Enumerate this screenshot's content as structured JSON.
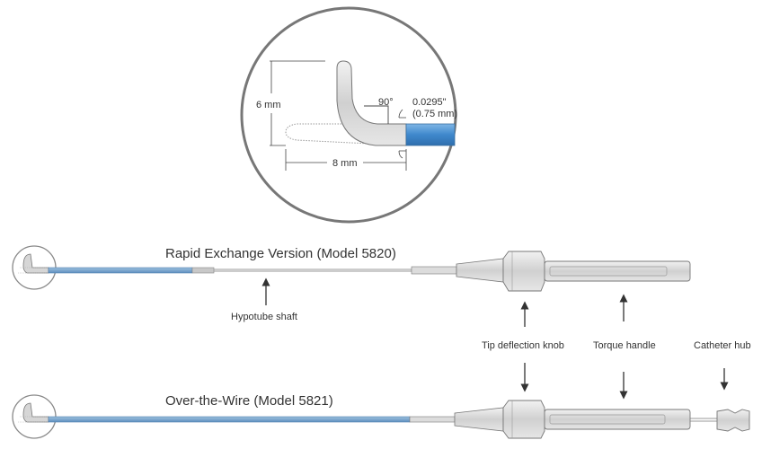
{
  "detail": {
    "height_label": "6 mm",
    "length_label": "8 mm",
    "angle_label": "90°",
    "diameter_in_label": "0.0295\"",
    "diameter_mm_label": "(0.75 mm)"
  },
  "rapid_exchange": {
    "title": "Rapid Exchange Version (Model 5820)",
    "hypotube_label": "Hypotube shaft"
  },
  "over_the_wire": {
    "title": "Over-the-Wire (Model 5821)"
  },
  "parts": {
    "knob_label": "Tip deflection knob",
    "handle_label": "Torque handle",
    "hub_label": "Catheter hub"
  },
  "colors": {
    "shaft_blue": "#6f9ec7",
    "tip_blue": "#4a8fcf",
    "outline": "#666666",
    "gray_fill": "#d4d4d4"
  }
}
